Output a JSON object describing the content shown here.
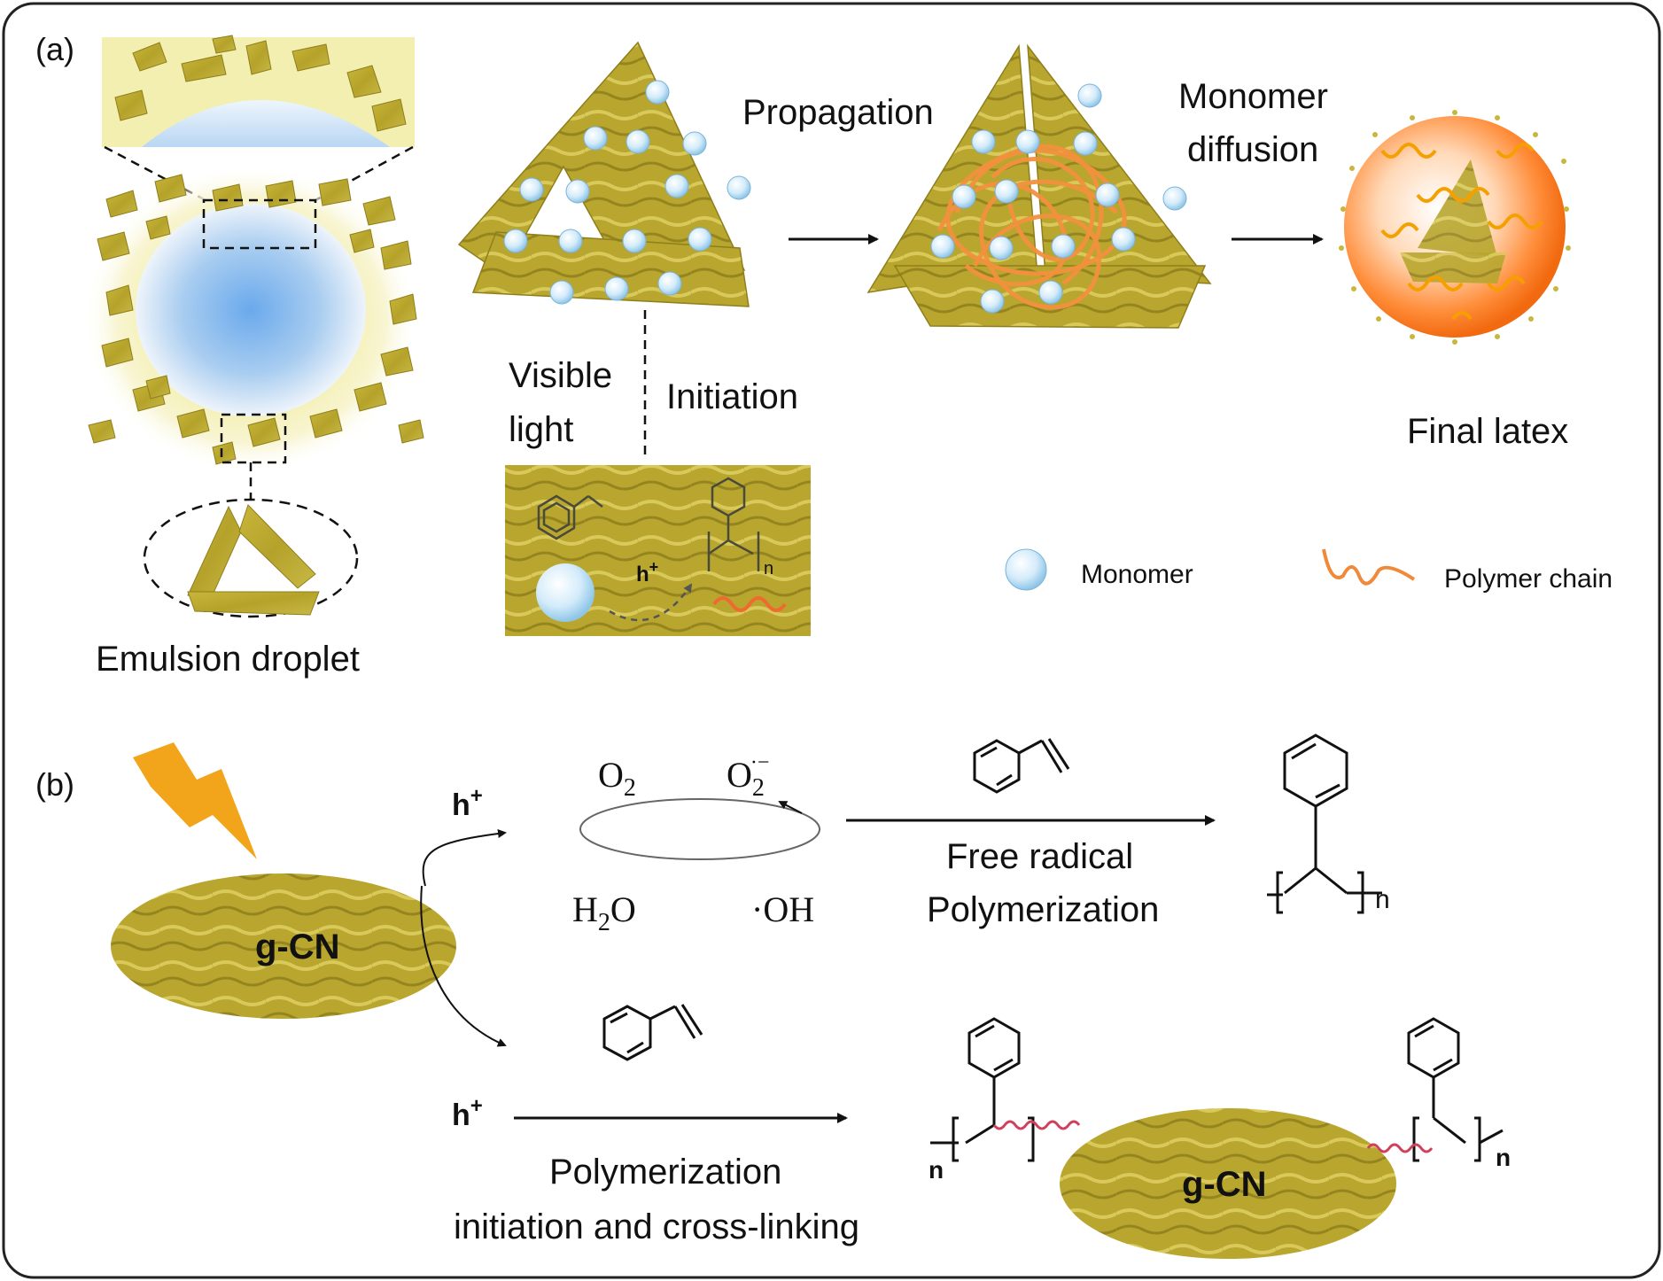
{
  "panel_a": {
    "tag": "(a)",
    "emulsion_droplet": "Emulsion droplet",
    "visible_light_1": "Visible",
    "visible_light_2": "light",
    "initiation": "Initiation",
    "propagation": "Propagation",
    "monomer_diffusion_1": "Monomer",
    "monomer_diffusion_2": "diffusion",
    "final_latex": "Final latex",
    "inset_hplus": "h",
    "inset_sup": "+",
    "inset_n": "n",
    "legend_monomer": "Monomer",
    "legend_polymer": "Polymer  chain"
  },
  "panel_b": {
    "tag": "(b)",
    "gcn_left": "g-CN",
    "gcn_right": "g-CN",
    "hplus_top": "h",
    "hplus_bottom": "h",
    "plus": "+",
    "o2": "O",
    "o2_sub": "2",
    "o2rad": "O",
    "o2rad_sub": "2",
    "o2rad_sup": "·−",
    "h2o_h": "H",
    "h2o_sub": "2",
    "h2o_o": "O",
    "oh": "·OH",
    "free_radical_1": "Free radical",
    "free_radical_2": "Polymerization",
    "poly_init_1": "Polymerization",
    "poly_init_2": "initiation and cross-linking",
    "n_top": "n",
    "n_left": "n",
    "n_right": "n"
  },
  "colors": {
    "gcn_olive": "#b7a52d",
    "gcn_light": "#d9cc5a",
    "droplet_blue": "#8ec0ee",
    "latex_orange": "#ff7a1a",
    "polymer_orange": "#f08a3a",
    "lightning": "#f2a51a",
    "crosslink_red": "#d0405a"
  }
}
